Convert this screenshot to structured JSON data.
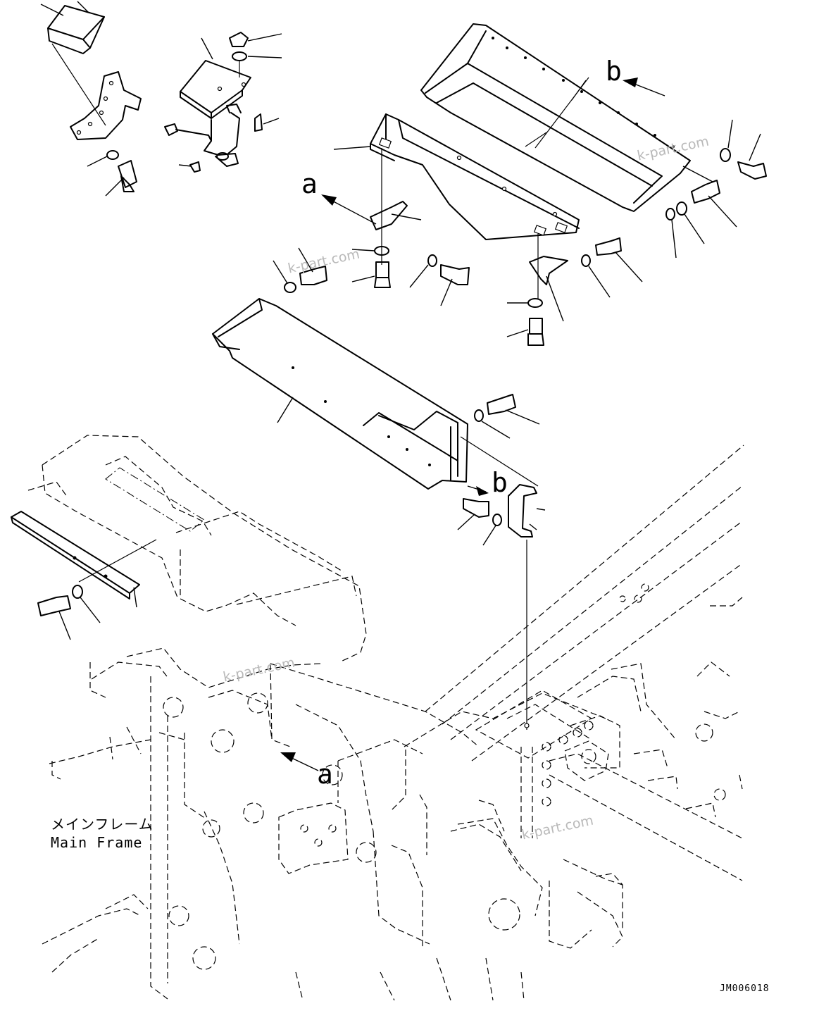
{
  "diagram": {
    "reference_letters": {
      "a_upper": "a",
      "a_lower": "a",
      "b_upper": "b",
      "b_lower": "b"
    },
    "main_frame_label_jp": "メインフレーム",
    "main_frame_label_en": "Main Frame",
    "drawing_code": "JM006018",
    "watermarks": [
      "k-part.com",
      "k-part.com",
      "k-part.com",
      "k-part.com"
    ]
  }
}
